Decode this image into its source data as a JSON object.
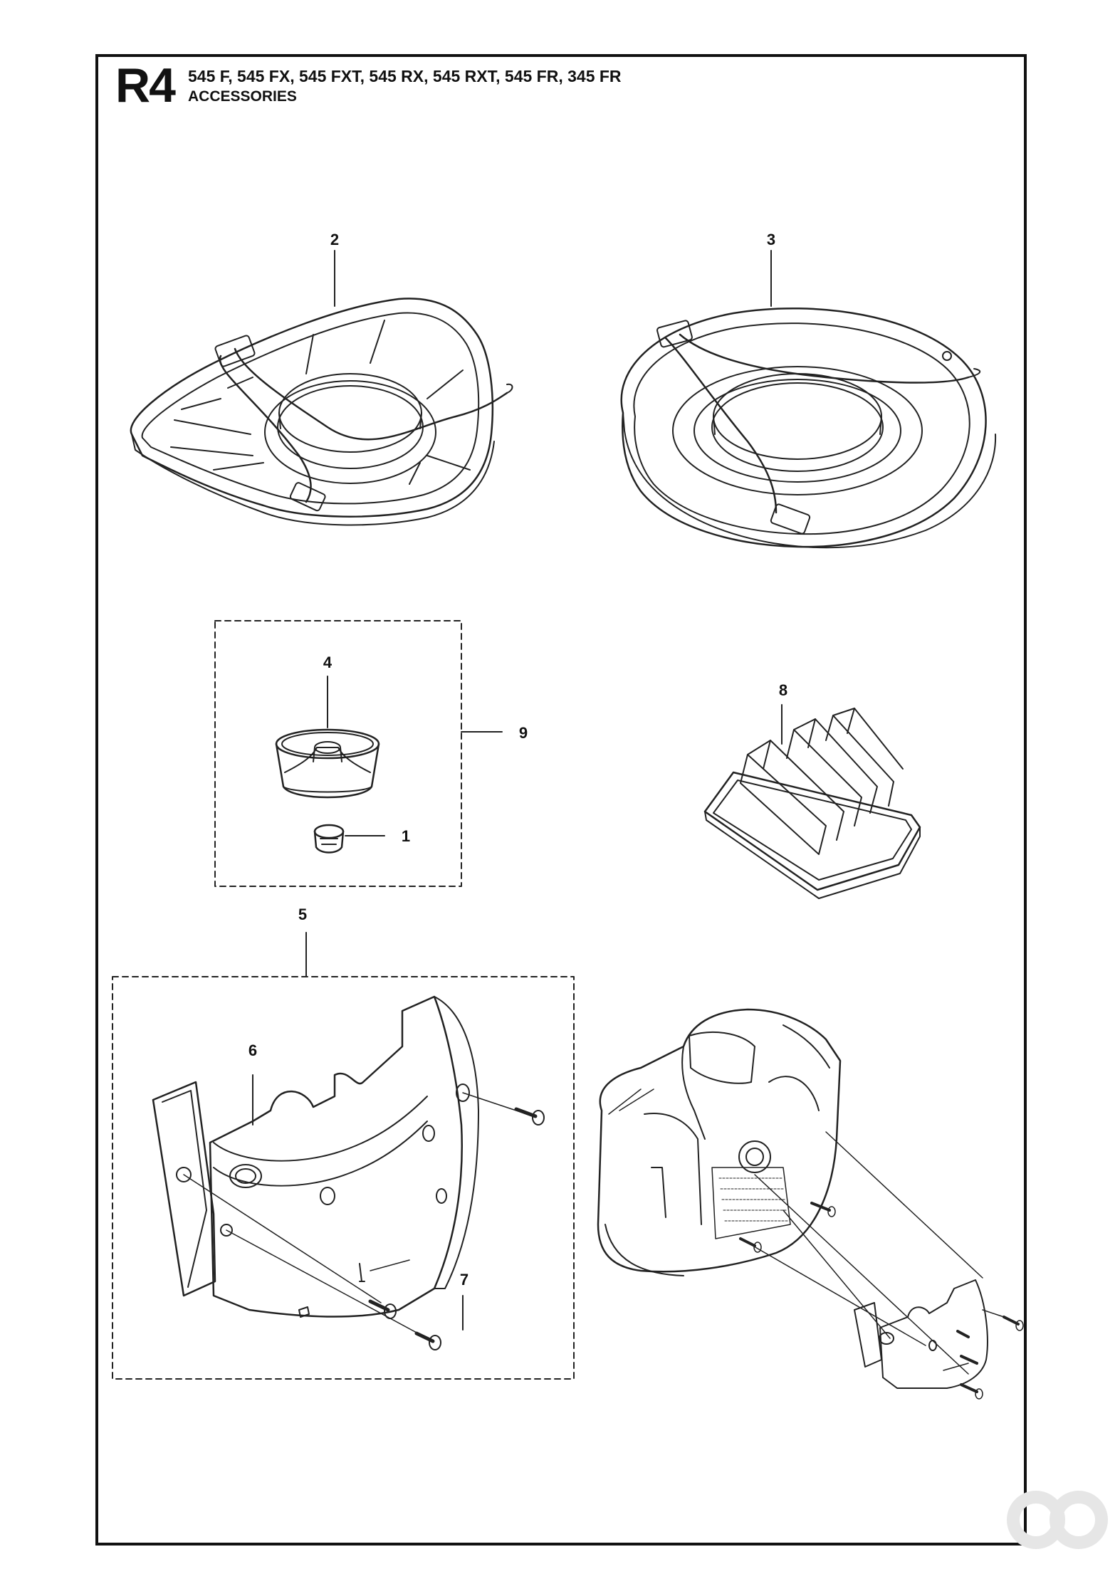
{
  "header": {
    "page_code": "R4",
    "models": "545 F, 545 FX, 545 FXT, 545 RX, 545 RXT, 545 FR, 345 FR",
    "section_title": "ACCESSORIES"
  },
  "callouts": {
    "c1": "1",
    "c2": "2",
    "c3": "3",
    "c4": "4",
    "c5": "5",
    "c6": "6",
    "c7": "7",
    "c8": "8",
    "c9": "9"
  },
  "icons": {
    "watermark": "logo-icon"
  }
}
